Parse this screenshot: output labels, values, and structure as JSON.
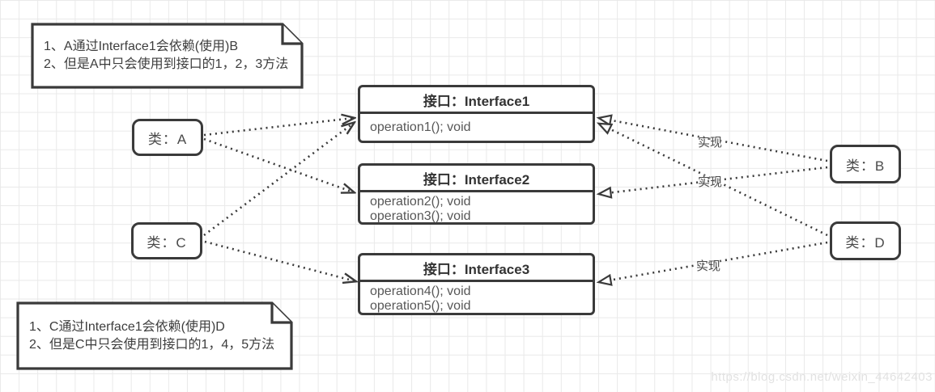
{
  "notes": {
    "top": {
      "lines": [
        "1、A通过Interface1会依赖(使用)B",
        "2、但是A中只会使用到接口的1，2，3方法"
      ]
    },
    "bottom": {
      "lines": [
        "1、C通过Interface1会依赖(使用)D",
        "2、但是C中只会使用到接口的1，4，5方法"
      ]
    }
  },
  "classes": {
    "a": {
      "label": "类：A"
    },
    "c": {
      "label": "类：C"
    },
    "b": {
      "label": "类：B"
    },
    "d": {
      "label": "类：D"
    }
  },
  "interfaces": {
    "i1": {
      "title": "接口：Interface1",
      "operations": [
        "operation1(); void"
      ]
    },
    "i2": {
      "title": "接口：Interface2",
      "operations": [
        "operation2(); void",
        "operation3(); void"
      ]
    },
    "i3": {
      "title": "接口：Interface3",
      "operations": [
        "operation4(); void",
        "operation5(); void"
      ]
    }
  },
  "edges": {
    "realization_label": "实现",
    "dependencies": [
      "类A → 接口Interface1",
      "类A → 接口Interface2",
      "类C → 接口Interface1",
      "类C → 接口Interface3"
    ],
    "realizations": [
      "类B → 接口Interface1",
      "类B → 接口Interface2",
      "类D → 接口Interface1",
      "类D → 接口Interface3"
    ]
  },
  "watermark": "https://blog.csdn.net/weixin_44642403",
  "colors": {
    "stroke": "#3a3a3a",
    "grid": "#e9e9e9",
    "operation_text": "#575757",
    "label_text": "#4a4a4a",
    "watermark": "#e2e2e2"
  }
}
